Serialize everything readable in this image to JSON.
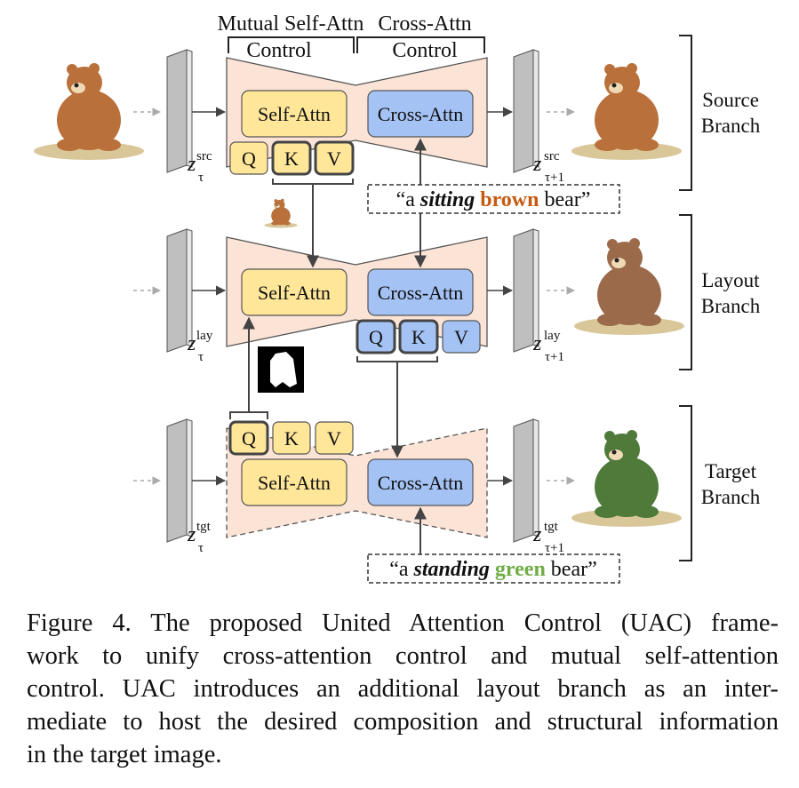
{
  "top_labels": {
    "mutual_self_attn": "Mutual Self-Attn",
    "mutual_control": "Control",
    "cross_attn": "Cross-Attn",
    "cross_control": "Control"
  },
  "blocks": {
    "self_attn": "Self-Attn",
    "cross_attn": "Cross-Attn",
    "q": "Q",
    "k": "K",
    "v": "V"
  },
  "branches": {
    "source": {
      "line1": "Source",
      "line2": "Branch",
      "latent_in_sup": "src",
      "latent_out_sup": "src"
    },
    "layout": {
      "line1": "Layout",
      "line2": "Branch",
      "latent_in_sup": "lay",
      "latent_out_sup": "lay"
    },
    "target": {
      "line1": "Target",
      "line2": "Branch",
      "latent_in_sup": "tgt",
      "latent_out_sup": "tgt"
    }
  },
  "latent": {
    "base": "z",
    "sub_in": "τ",
    "sub_out": "τ+1"
  },
  "prompts": {
    "source": {
      "open": "“a ",
      "verb": "sitting",
      "space": " ",
      "color_word": "brown",
      "close": " bear”"
    },
    "target": {
      "open": "“a ",
      "verb": "standing",
      "space": " ",
      "color_word": "green",
      "close": " bear”"
    }
  },
  "colors": {
    "unet_fill": "#fbe3d6",
    "self_attn_fill": "#ffe699",
    "cross_attn_fill": "#a4c2f4",
    "brown_word": "#c55a11",
    "green_word": "#70ad47",
    "latent_plate": "#bfbfbf"
  },
  "icons": [
    "bear-image-source",
    "bear-thumbnail",
    "bear-image-layout",
    "bear-image-target",
    "bear-mask"
  ],
  "caption": {
    "line1": "Figure 4.  The proposed United Attention Control (UAC) frame-",
    "line2": "work to unify cross-attention control and mutual self-attention",
    "line3": "control.  UAC introduces an additional layout branch as an inter-",
    "line4": "mediate to host the desired composition and structural information",
    "line5": "in the target image."
  }
}
